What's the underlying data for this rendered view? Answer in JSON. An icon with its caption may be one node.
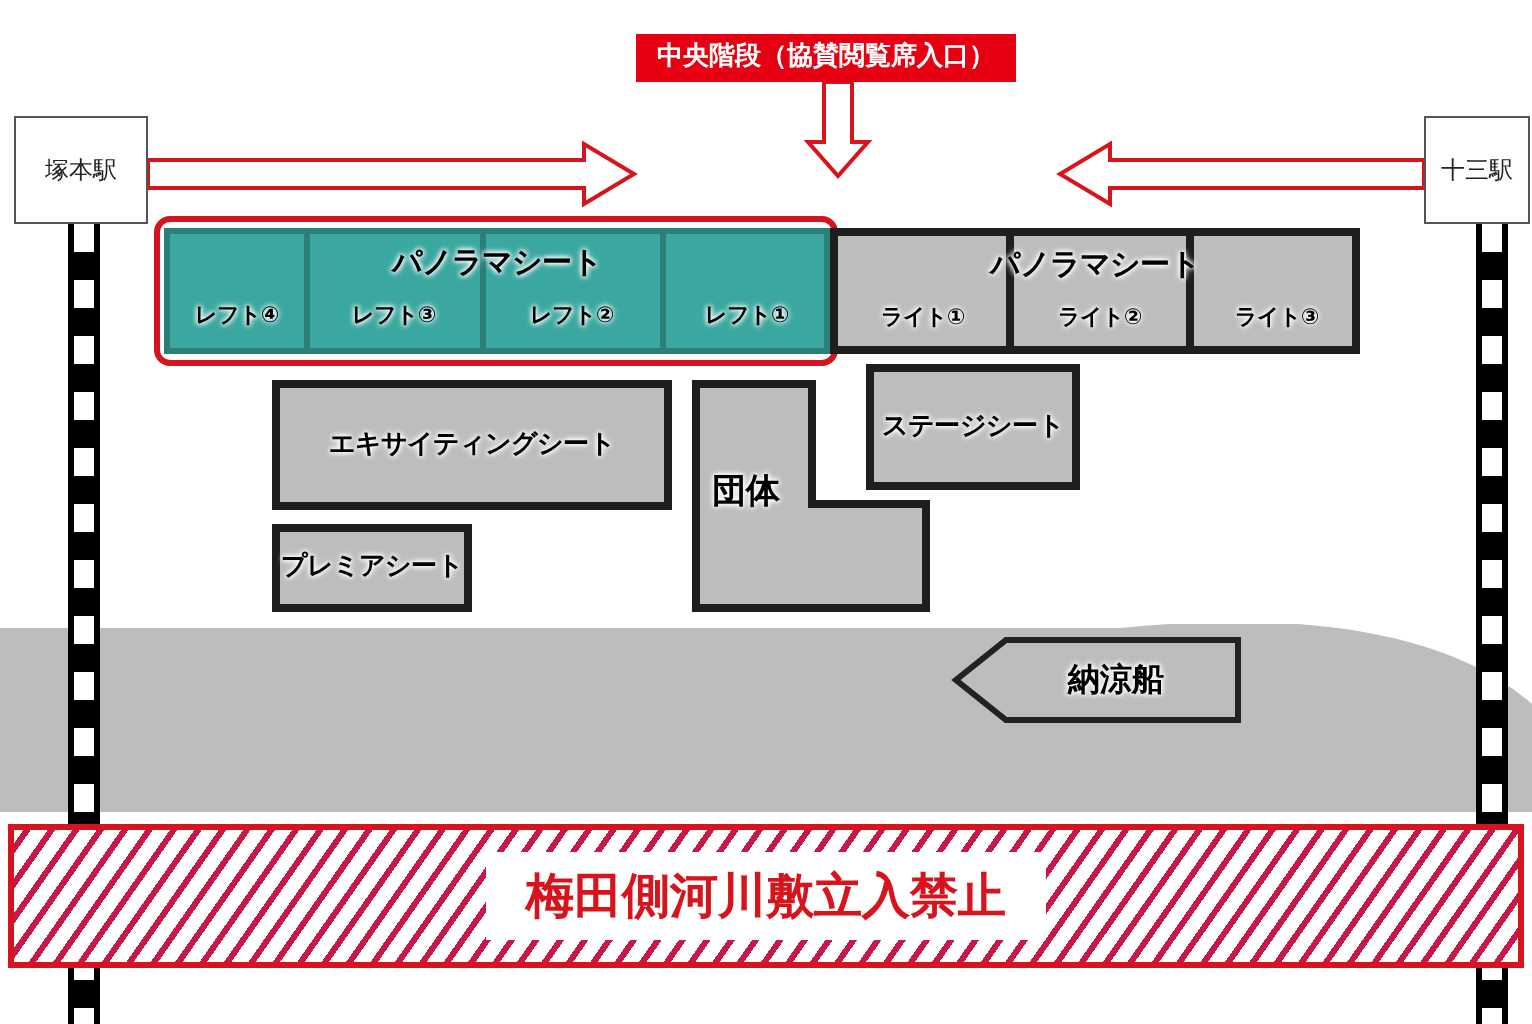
{
  "diagram": {
    "nodes": [
      {
        "text": [
          "中央階段（協賛閲覧席入口）"
        ]
      },
      {
        "text": [
          "塚本駅"
        ]
      },
      {
        "text": [
          "十三駅"
        ]
      },
      {
        "text": [
          "パノラマシート"
        ]
      },
      {
        "text": [
          "レフト④"
        ],
        "in": 3
      },
      {
        "text": [
          "レフト③"
        ],
        "in": 3
      },
      {
        "text": [
          "レフト②"
        ],
        "in": 3
      },
      {
        "text": [
          "レフト①"
        ],
        "in": 3
      },
      {
        "text": [
          "パノラマシート"
        ]
      },
      {
        "text": [
          "ライト①"
        ],
        "in": 8
      },
      {
        "text": [
          "ライト②"
        ],
        "in": 8
      },
      {
        "text": [
          "ライト③"
        ],
        "in": 8
      },
      {
        "text": [
          "エキサイティングシート"
        ]
      },
      {
        "text": [
          "団体"
        ]
      },
      {
        "text": [
          "ステージシート"
        ]
      },
      {
        "text": [
          "プレミアシート"
        ]
      },
      {
        "text": [
          "納涼船"
        ]
      },
      {
        "text": [
          "梅田側河川敷立入禁止"
        ]
      }
    ],
    "edges": [
      {
        "from": 1,
        "to": null,
        "arrow": "to"
      },
      {
        "from": 0,
        "to": null,
        "arrow": "to"
      },
      {
        "from": 2,
        "to": null,
        "arrow": "to"
      }
    ]
  }
}
